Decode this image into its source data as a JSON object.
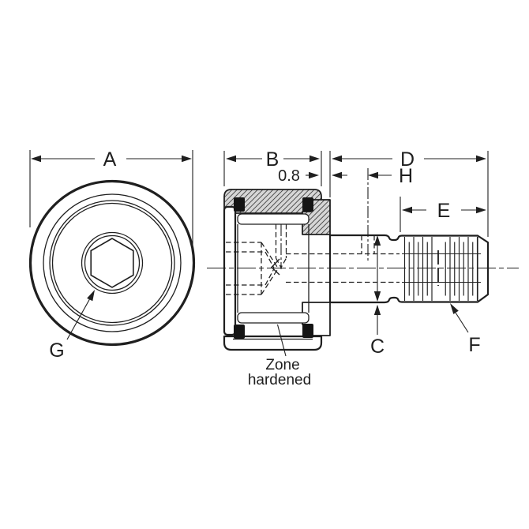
{
  "drawing": {
    "background": "#ffffff",
    "ink": "#1f1f1f",
    "seal_color": "#141414",
    "dimension_labels": {
      "A": "A",
      "B": "B",
      "C": "C",
      "D": "D",
      "E": "E",
      "F": "F",
      "G": "G",
      "H": "H"
    },
    "offset_label": "0.8",
    "annotations": {
      "zone_line1": "Zone",
      "zone_line2": "hardened"
    }
  }
}
